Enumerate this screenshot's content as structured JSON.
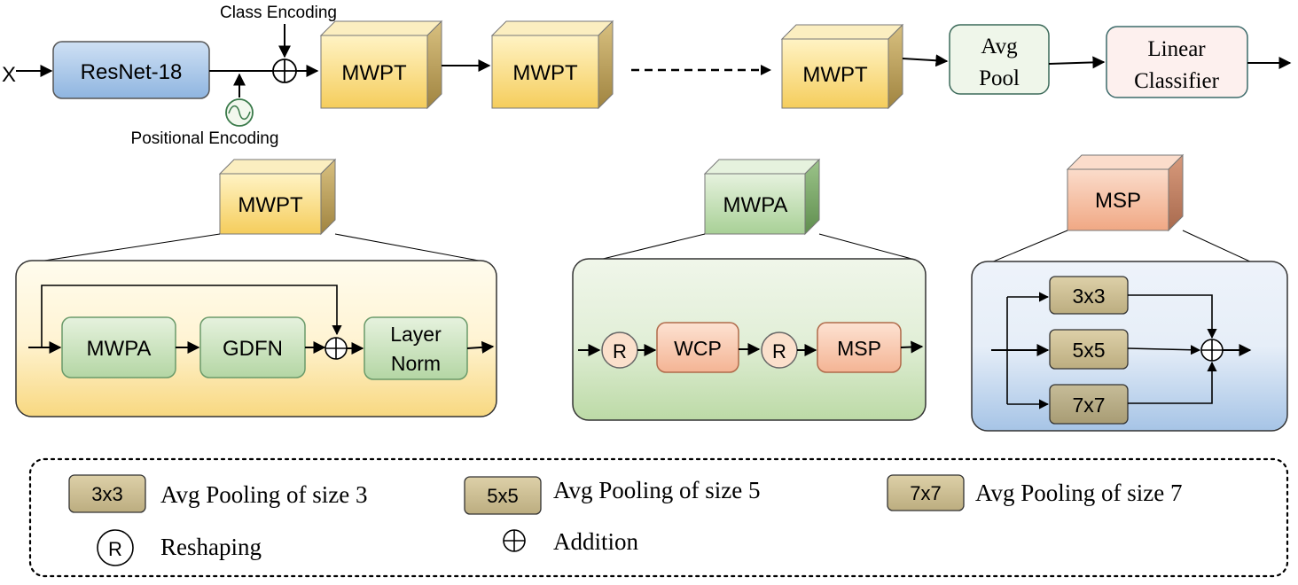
{
  "pipeline": {
    "input": "X",
    "backbone": "ResNet-18",
    "class_encoding": "Class Encoding",
    "positional_encoding": "Positional Encoding",
    "blocks": [
      "MWPT",
      "MWPT",
      "MWPT"
    ],
    "avg_pool": [
      "Avg",
      "Pool"
    ],
    "classifier": [
      "Linear",
      "Classifier"
    ]
  },
  "mwpt_detail": {
    "title": "MWPT",
    "mwpa": "MWPA",
    "gdfn": "GDFN",
    "layer_norm": [
      "Layer",
      "Norm"
    ]
  },
  "mwpa_detail": {
    "title": "MWPA",
    "reshape": "R",
    "wcp": "WCP",
    "msp": "MSP"
  },
  "msp_detail": {
    "title": "MSP",
    "pools": [
      "3x3",
      "5x5",
      "7x7"
    ]
  },
  "legend": {
    "items": [
      {
        "tag": "3x3",
        "text": "Avg Pooling of size 3"
      },
      {
        "tag": "5x5",
        "text": "Avg Pooling of size 5"
      },
      {
        "tag": "7x7",
        "text": "Avg Pooling of size 7"
      }
    ],
    "reshape_tag": "R",
    "reshape_text": "Reshaping",
    "addition_text": "Addition"
  },
  "colors": {
    "resnet": "#a8c8e8",
    "mwpt": "#fbe8a0",
    "green": "#cfe6c4",
    "salmon": "#f6c3a8",
    "pool": "#cdbf98",
    "line": "#000000"
  }
}
